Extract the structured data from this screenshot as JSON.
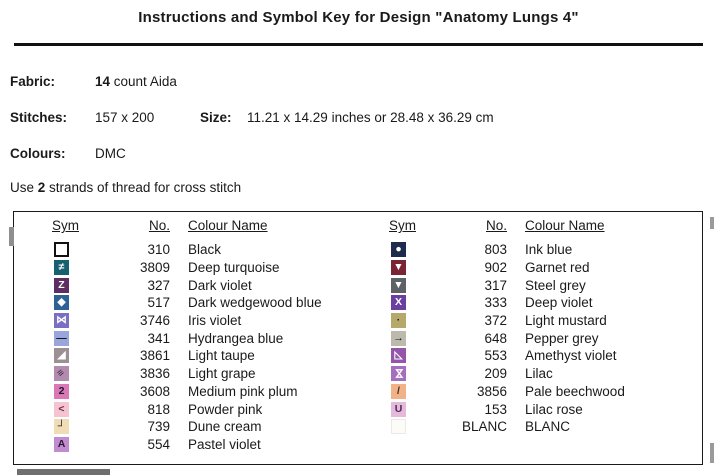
{
  "title": "Instructions and Symbol Key for Design \"Anatomy Lungs 4\"",
  "info": {
    "fabric_label": "Fabric:",
    "fabric_value_bold": "14",
    "fabric_value_rest": " count Aida",
    "stitches_label": "Stitches:",
    "stitches_value": "157 x 200",
    "size_label": "Size:",
    "size_value": "11.21 x 14.29 inches or 28.48 x 36.29 cm",
    "colours_label": "Colours:",
    "colours_value": "DMC",
    "strands_prefix": "Use ",
    "strands_bold": "2",
    "strands_suffix": " strands of thread for cross stitch"
  },
  "key_table": {
    "headers": {
      "sym": "Sym",
      "no": "No.",
      "name": "Colour Name"
    },
    "left_rows": [
      {
        "glyph": "",
        "glyph_name": "open-square-symbol",
        "bg": "#ffffff",
        "fg": "#111111",
        "border": "2px solid #111111",
        "rot": 0,
        "no": "310",
        "name": "Black"
      },
      {
        "glyph": "≠",
        "glyph_name": "not-equal-symbol",
        "bg": "#17606f",
        "fg": "#ffffff",
        "border": "",
        "rot": 0,
        "no": "3809",
        "name": "Deep turquoise"
      },
      {
        "glyph": "Z",
        "glyph_name": "letter-z-symbol",
        "bg": "#5e2d62",
        "fg": "#ffffff",
        "border": "",
        "rot": 0,
        "no": "327",
        "name": "Dark violet"
      },
      {
        "glyph": "◆",
        "glyph_name": "diamond-symbol",
        "bg": "#2e6295",
        "fg": "#ffffff",
        "border": "",
        "rot": 0,
        "no": "517",
        "name": "Dark wedgewood blue"
      },
      {
        "glyph": "⋈",
        "glyph_name": "bowtie-symbol",
        "bg": "#7b6fc4",
        "fg": "#ffffff",
        "border": "",
        "rot": 0,
        "no": "3746",
        "name": "Iris violet"
      },
      {
        "glyph": "—",
        "glyph_name": "dash-symbol",
        "bg": "#9aa5dc",
        "fg": "#151515",
        "border": "",
        "rot": 0,
        "no": "341",
        "name": "Hydrangea blue"
      },
      {
        "glyph": "◢",
        "glyph_name": "triangle-lower-right-symbol",
        "bg": "#9d9094",
        "fg": "#ffffff",
        "border": "",
        "rot": 0,
        "no": "3861",
        "name": "Light taupe"
      },
      {
        "glyph": "≡",
        "glyph_name": "triple-slash-symbol",
        "bg": "#b38bae",
        "fg": "#3a2240",
        "border": "",
        "rot": -40,
        "no": "3836",
        "name": "Light grape"
      },
      {
        "glyph": "2",
        "glyph_name": "digit-2-symbol",
        "bg": "#d978b4",
        "fg": "#1c1430",
        "border": "",
        "rot": 0,
        "no": "3608",
        "name": "Medium pink plum"
      },
      {
        "glyph": "<",
        "glyph_name": "less-than-symbol",
        "bg": "#f5c3d2",
        "fg": "#6e2c46",
        "border": "",
        "rot": 0,
        "no": "818",
        "name": "Powder pink"
      },
      {
        "glyph": "┘",
        "glyph_name": "corner-bracket-symbol",
        "bg": "#f1ddb5",
        "fg": "#151515",
        "border": "",
        "rot": 0,
        "no": "739",
        "name": "Dune cream"
      },
      {
        "glyph": "A",
        "glyph_name": "letter-a-symbol",
        "bg": "#c08ccf",
        "fg": "#2a1638",
        "border": "",
        "rot": 0,
        "no": "554",
        "name": "Pastel violet"
      }
    ],
    "right_rows": [
      {
        "glyph": "●",
        "glyph_name": "circle-symbol",
        "bg": "#1e2b4d",
        "fg": "#ffffff",
        "border": "",
        "rot": 0,
        "no": "803",
        "name": "Ink blue"
      },
      {
        "glyph": "▼",
        "glyph_name": "triangle-down-symbol",
        "bg": "#7c2433",
        "fg": "#ffffff",
        "border": "",
        "rot": 0,
        "no": "902",
        "name": "Garnet red"
      },
      {
        "glyph": "▼",
        "glyph_name": "triangle-down-symbol",
        "bg": "#5e6266",
        "fg": "#ffffff",
        "border": "",
        "rot": 0,
        "no": "317",
        "name": "Steel grey"
      },
      {
        "glyph": "X",
        "glyph_name": "letter-x-symbol",
        "bg": "#6a3fa0",
        "fg": "#ffffff",
        "border": "",
        "rot": 0,
        "no": "333",
        "name": "Deep violet"
      },
      {
        "glyph": "·",
        "glyph_name": "dot-symbol",
        "bg": "#b6a76a",
        "fg": "#151515",
        "border": "",
        "rot": 0,
        "no": "372",
        "name": "Light mustard"
      },
      {
        "glyph": "→",
        "glyph_name": "arrow-right-symbol",
        "bg": "#bdb9ad",
        "fg": "#151515",
        "border": "",
        "rot": 0,
        "no": "648",
        "name": "Pepper grey"
      },
      {
        "glyph": "◺",
        "glyph_name": "triangle-outline-symbol",
        "bg": "#9356a8",
        "fg": "#ffffff",
        "border": "",
        "rot": 0,
        "no": "553",
        "name": "Amethyst violet"
      },
      {
        "glyph": "⋈",
        "glyph_name": "hourglass-symbol",
        "bg": "#a56fc0",
        "fg": "#ffffff",
        "border": "",
        "rot": 90,
        "no": "209",
        "name": "Lilac"
      },
      {
        "glyph": "/",
        "glyph_name": "slash-symbol",
        "bg": "#f0b286",
        "fg": "#3e3028",
        "border": "",
        "rot": 0,
        "no": "3856",
        "name": "Pale beechwood"
      },
      {
        "glyph": "U",
        "glyph_name": "letter-u-symbol",
        "bg": "#e4badb",
        "fg": "#54265c",
        "border": "",
        "rot": 0,
        "no": "153",
        "name": "Lilac rose"
      },
      {
        "glyph": "",
        "glyph_name": "blank-symbol",
        "bg": "#fcfbf8",
        "fg": "#000000",
        "border": "1px solid #eceae4",
        "rot": 0,
        "no": "BLANC",
        "name": "BLANC"
      }
    ]
  }
}
